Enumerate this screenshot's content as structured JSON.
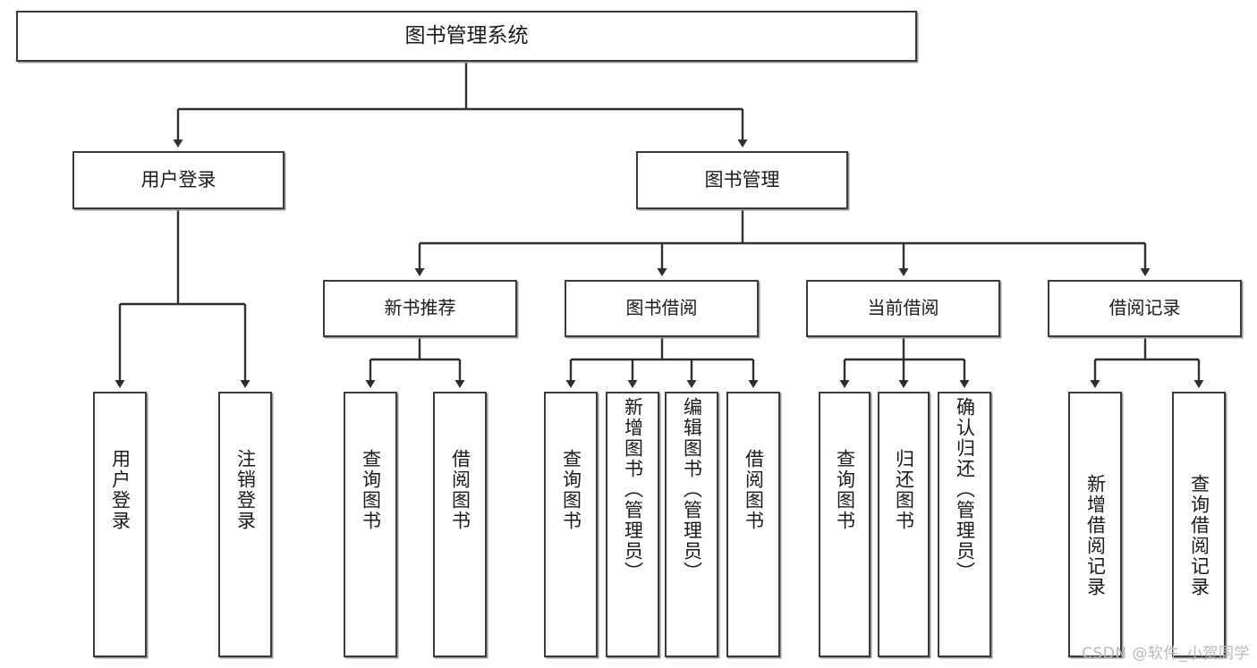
{
  "diagram": {
    "title": "图书管理系统",
    "type": "tree-hierarchy",
    "watermark": "CSDN @软件_小贺同学",
    "colors": {
      "box_border": "#3b3b3b",
      "box_fill": "#ffffff",
      "edge": "#2f2f2f",
      "text": "#1a1a1a",
      "watermark": "#b9b9b9"
    },
    "root": {
      "label": "图书管理系统"
    },
    "level2": [
      {
        "label": "用户登录"
      },
      {
        "label": "图书管理"
      }
    ],
    "level3": [
      {
        "label": "新书推荐"
      },
      {
        "label": "图书借阅"
      },
      {
        "label": "当前借阅"
      },
      {
        "label": "借阅记录"
      }
    ],
    "leaves": {
      "user_login": [
        {
          "label": "用户登录"
        },
        {
          "label": "注销登录"
        }
      ],
      "new_book_recommend": [
        {
          "label": "查询图书"
        },
        {
          "label": "借阅图书"
        }
      ],
      "book_borrow": [
        {
          "label": "查询图书"
        },
        {
          "label": "新增图书（管理员）"
        },
        {
          "label": "编辑图书（管理员）"
        },
        {
          "label": "借阅图书"
        }
      ],
      "current_borrow": [
        {
          "label": "查询图书"
        },
        {
          "label": "归还图书"
        },
        {
          "label": "确认归还（管理员）"
        }
      ],
      "borrow_record": [
        {
          "label": "新增借阅记录"
        },
        {
          "label": "查询借阅记录"
        }
      ]
    }
  }
}
